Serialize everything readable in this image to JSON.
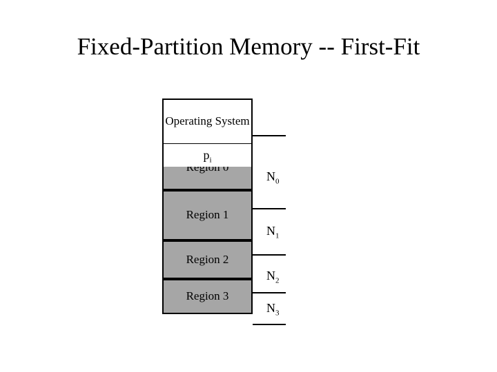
{
  "slide": {
    "title": "Fixed-Partition Memory -- First-Fit"
  },
  "memory": {
    "blocks": [
      {
        "id": "os",
        "label": "Operating System",
        "fill": "#ffffff"
      },
      {
        "id": "region-0",
        "label": "Region 0",
        "fill": "#a6a6a6"
      },
      {
        "id": "region-1",
        "label": "Region 1",
        "fill": "#a6a6a6"
      },
      {
        "id": "region-2",
        "label": "Region 2",
        "fill": "#a6a6a6"
      },
      {
        "id": "region-3",
        "label": "Region 3",
        "fill": "#a6a6a6"
      }
    ],
    "process_label": {
      "base": "p",
      "sub": "i"
    }
  },
  "sizes": [
    {
      "id": "n0",
      "base": "N",
      "sub": "0"
    },
    {
      "id": "n1",
      "base": "N",
      "sub": "1"
    },
    {
      "id": "n2",
      "base": "N",
      "sub": "2"
    },
    {
      "id": "n3",
      "base": "N",
      "sub": "3"
    }
  ],
  "colors": {
    "region_fill": "#a6a6a6",
    "outline": "#000000",
    "background": "#ffffff",
    "text": "#000000"
  }
}
